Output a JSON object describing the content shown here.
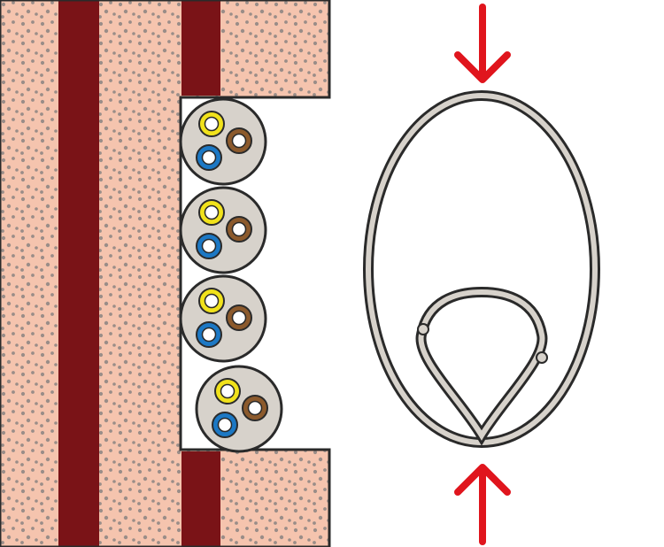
{
  "colors": {
    "background": "#ffffff",
    "wall_fill": "#f5c4ae",
    "wall_speckle": "#9a8d88",
    "wall_bar": "#7a1317",
    "outline": "#2a2a2a",
    "cable_sheath": "#d7d2cb",
    "core_yellow": "#f1e21b",
    "core_blue": "#1c78c4",
    "core_brown": "#8c5a2c",
    "core_center": "#ffffff",
    "loop_fill": "#d7d2cb",
    "arrow": "#e0151d"
  },
  "diagram": {
    "wall": {
      "icons": [
        "wall-bar-icon",
        "wall-bar-icon"
      ]
    },
    "cables": [
      {
        "name": "cable-1",
        "cores": [
          "yellow",
          "blue",
          "brown"
        ]
      },
      {
        "name": "cable-2",
        "cores": [
          "yellow",
          "blue",
          "brown"
        ]
      },
      {
        "name": "cable-3",
        "cores": [
          "yellow",
          "blue",
          "brown"
        ]
      },
      {
        "name": "cable-4",
        "cores": [
          "yellow",
          "blue",
          "brown"
        ]
      }
    ],
    "loop": {
      "icons": [
        "outer-loop-icon",
        "inner-loop-icon"
      ]
    },
    "arrows": [
      {
        "name": "top-arrow",
        "direction": "down"
      },
      {
        "name": "bottom-arrow",
        "direction": "up"
      }
    ]
  }
}
